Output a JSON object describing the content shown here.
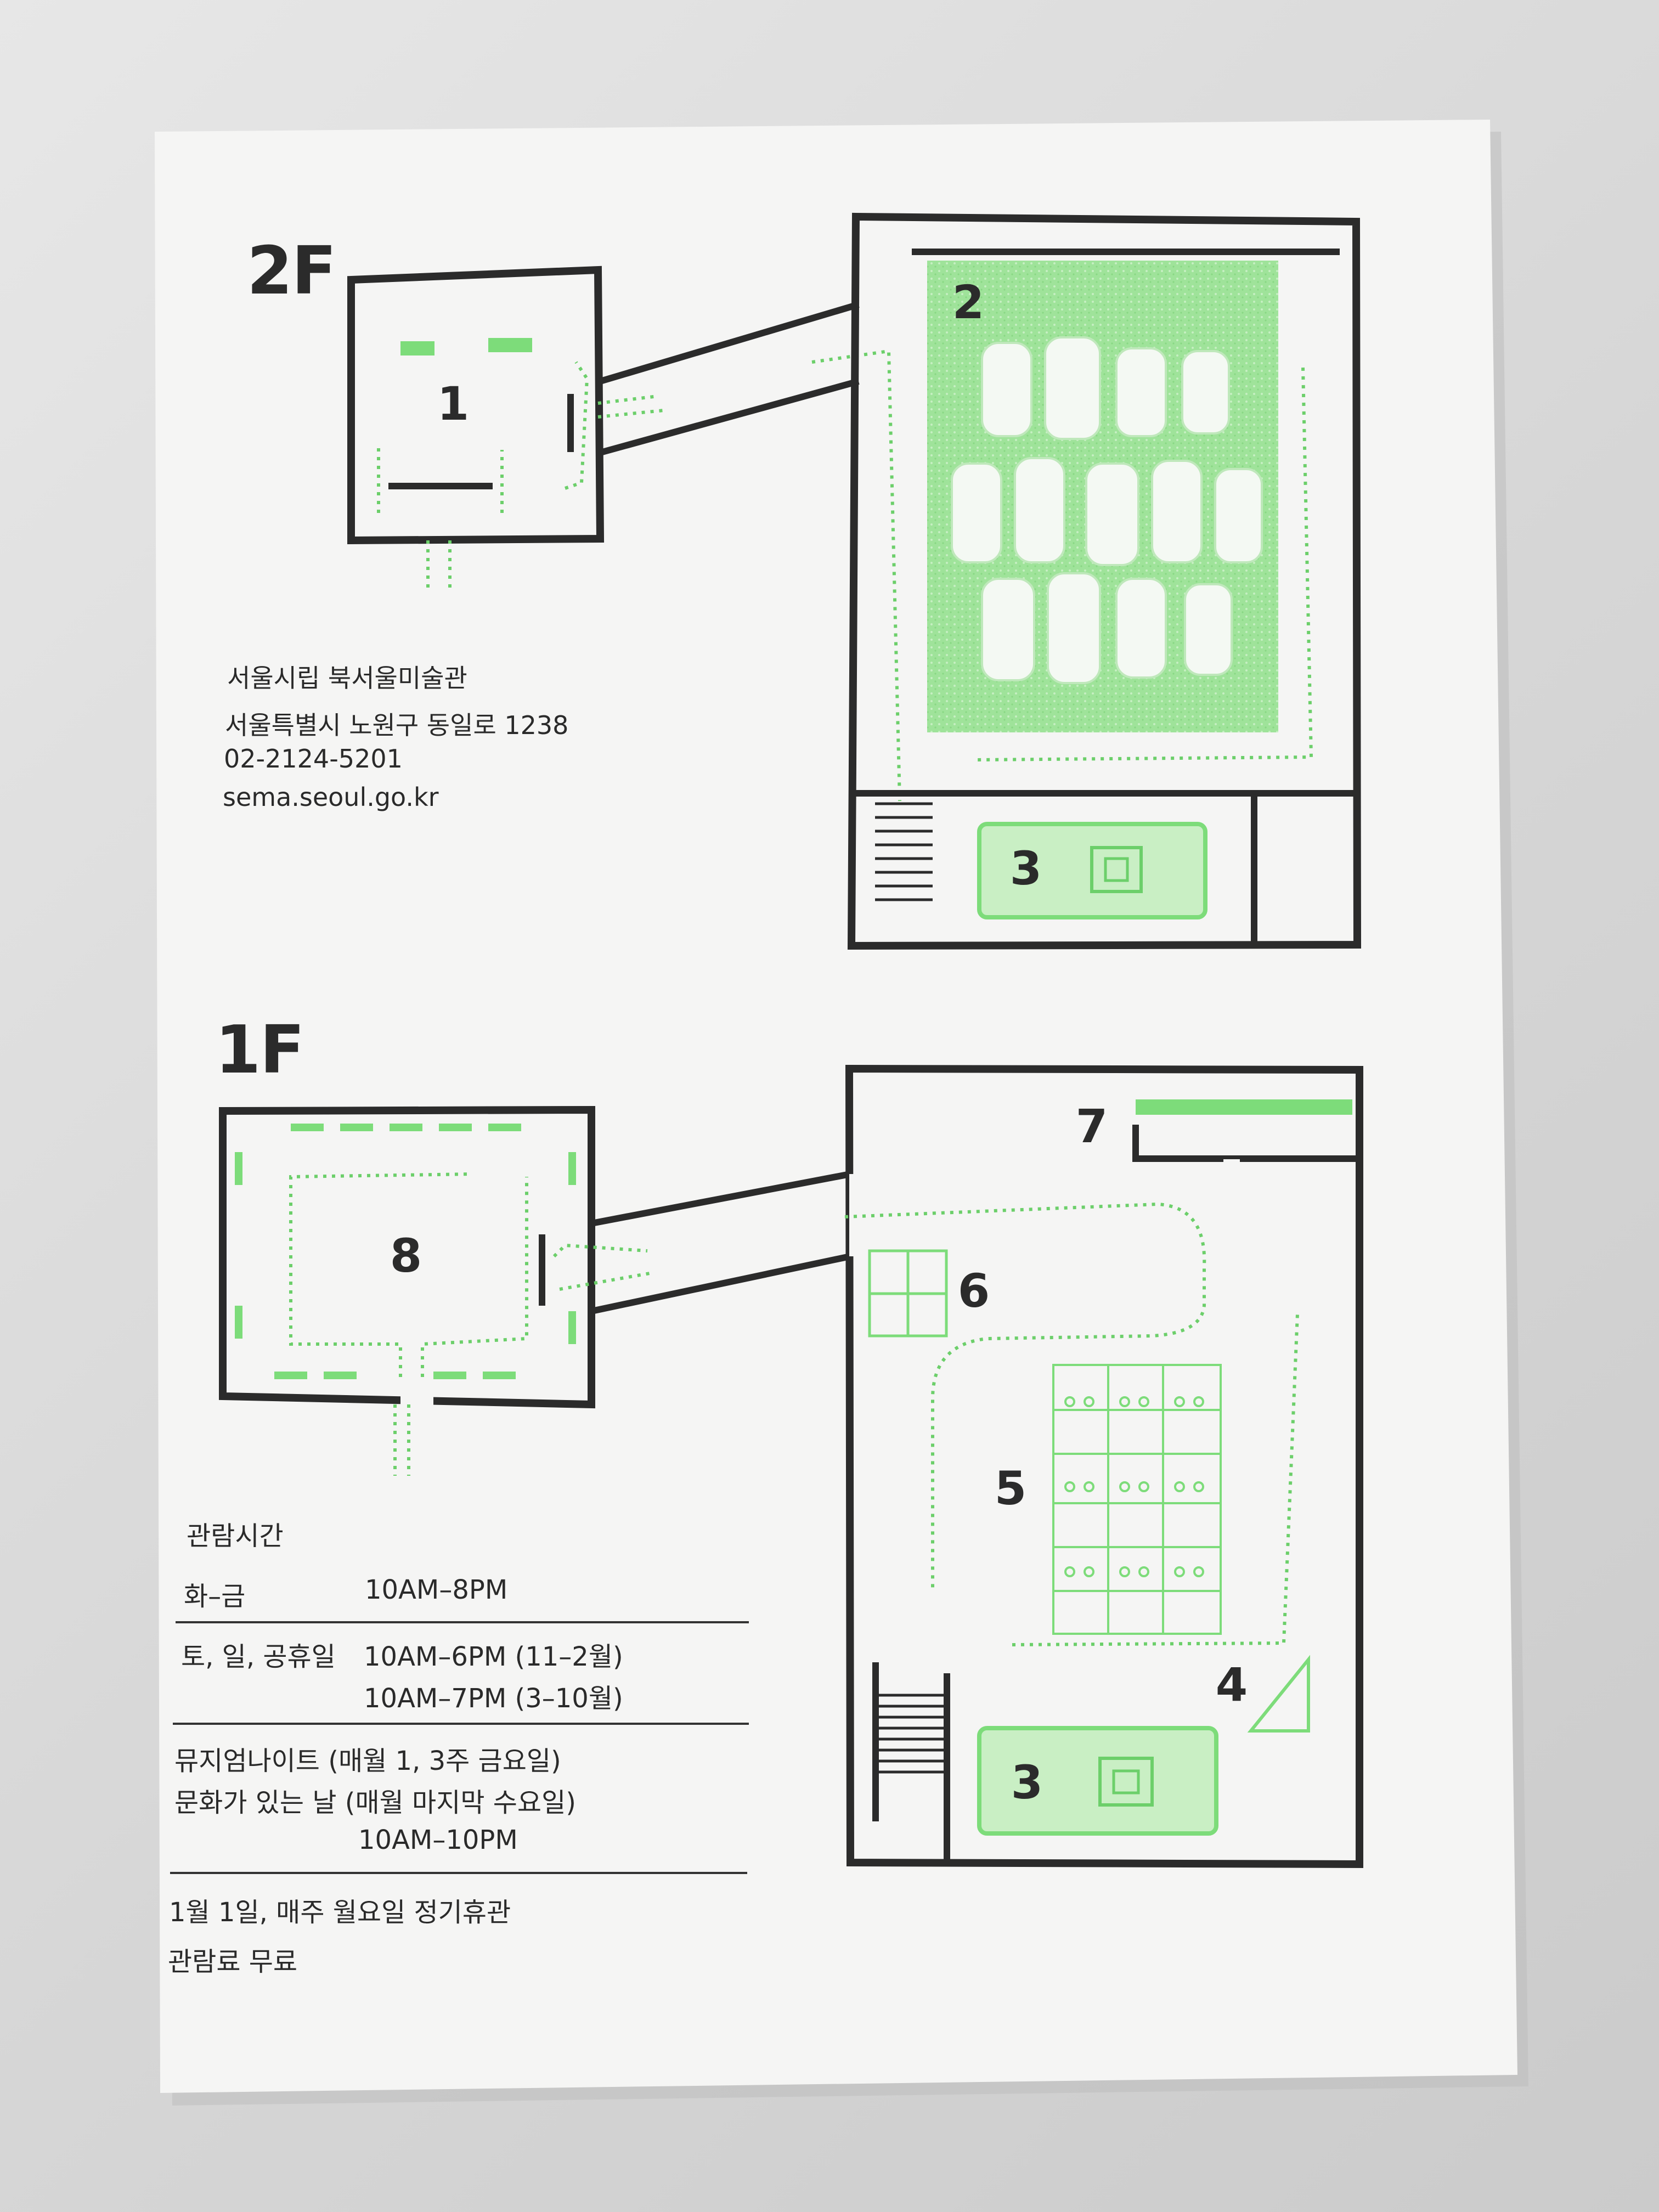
{
  "floors": {
    "upper": {
      "label": "2F"
    },
    "lower": {
      "label": "1F"
    }
  },
  "rooms": {
    "r1": "1",
    "r2": "2",
    "r3_upper": "3",
    "r3_lower": "3",
    "r4": "4",
    "r5": "5",
    "r6": "6",
    "r7": "7",
    "r8": "8"
  },
  "museum": {
    "name": "서울시립 북서울미술관",
    "address": "서울특별시 노원구 동일로 1238",
    "phone": "02-2124-5201",
    "website": "sema.seoul.go.kr"
  },
  "hours": {
    "title": "관람시간",
    "weekday_days": "화–금",
    "weekday_time": "10AM–8PM",
    "weekend_days": "토, 일, 공휴일",
    "weekend_time_winter": "10AM–6PM (11–2월)",
    "weekend_time_summer": "10AM–7PM (3–10월)",
    "museum_night": "뮤지엄나이트 (매월 1, 3주 금요일)",
    "culture_day": "문화가 있는 날 (매월 마지막 수요일)",
    "night_time": "10AM–10PM",
    "closed": "1월 1일, 매주 월요일 정기휴관",
    "admission": "관람료 무료"
  },
  "colors": {
    "paper": "#f5f5f4",
    "wall": "#2b2b2b",
    "accent_green": "#7ddc7a",
    "light_green": "#a8e8a3"
  }
}
